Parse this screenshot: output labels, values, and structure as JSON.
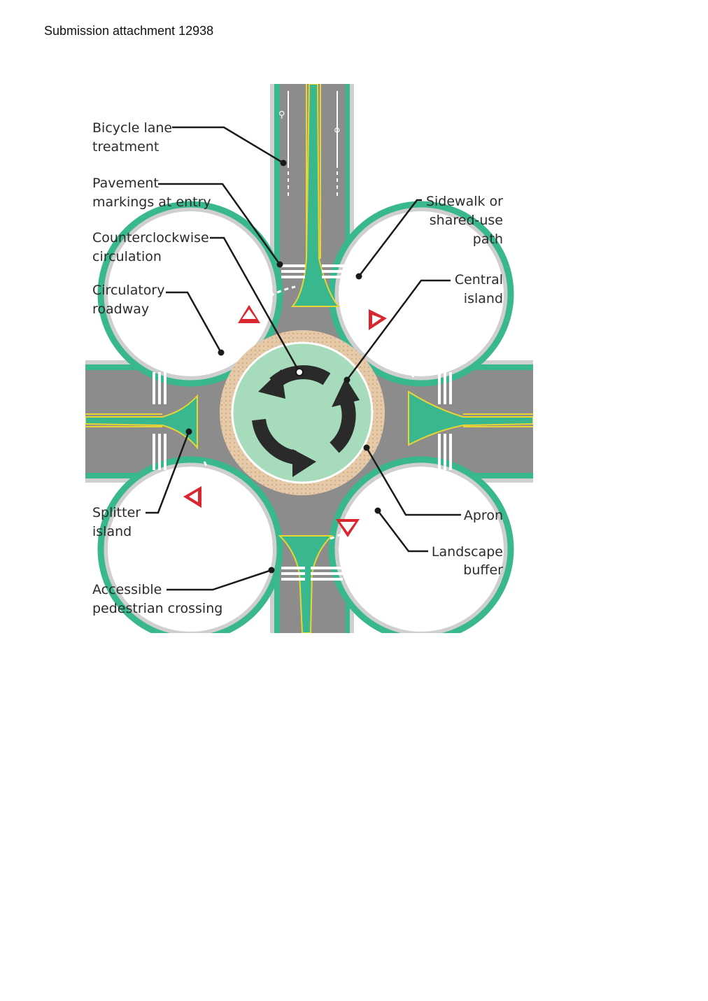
{
  "header": {
    "text": "Submission attachment 12938"
  },
  "diagram": {
    "colors": {
      "road": "#8c8c8c",
      "landscape": "#39b88f",
      "sidewalk": "#cfcfcf",
      "central_island": "#a6dcbb",
      "apron": "#e6c9a6",
      "yellow_line": "#e8d534",
      "yield_red": "#d9262f",
      "leader": "#1a1a1a"
    },
    "labels": [
      {
        "id": "bicycle-lane",
        "lines": [
          "Bicycle lane",
          "treatment"
        ]
      },
      {
        "id": "pavement-markings",
        "lines": [
          "Pavement",
          "markings at entry"
        ]
      },
      {
        "id": "counterclockwise",
        "lines": [
          "Counterclockwise",
          "circulation"
        ]
      },
      {
        "id": "circulatory-roadway",
        "lines": [
          "Circulatory",
          "roadway"
        ]
      },
      {
        "id": "splitter-island",
        "lines": [
          "Splitter",
          "island"
        ]
      },
      {
        "id": "accessible-crossing",
        "lines": [
          "Accessible",
          "pedestrian crossing"
        ]
      },
      {
        "id": "sidewalk",
        "lines": [
          "Sidewalk or",
          "shared-use",
          "path"
        ]
      },
      {
        "id": "central-island",
        "lines": [
          "Central",
          "island"
        ]
      },
      {
        "id": "apron",
        "lines": [
          "Apron"
        ]
      },
      {
        "id": "landscape-buffer",
        "lines": [
          "Landscape",
          "buffer"
        ]
      }
    ]
  }
}
